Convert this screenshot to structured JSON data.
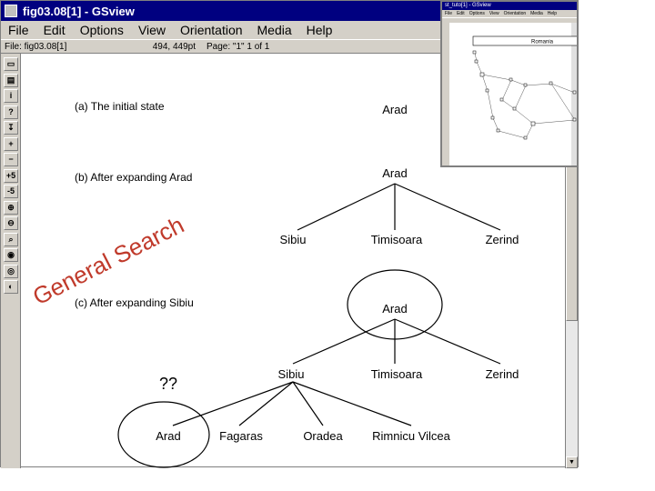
{
  "window": {
    "title": "fig03.08[1] - GSview",
    "menu": [
      "File",
      "Edit",
      "Options",
      "View",
      "Orientation",
      "Media",
      "Help"
    ],
    "status": {
      "file": "File: fig03.08[1]",
      "position": "494, 449pt",
      "page": "Page: \"1\"  1 of 1"
    },
    "toolbar_buttons": [
      {
        "icon": "open-folder-icon",
        "glyph": "▭"
      },
      {
        "icon": "print-icon",
        "glyph": "▤"
      },
      {
        "icon": "info-icon",
        "glyph": "i"
      },
      {
        "icon": "help-icon",
        "glyph": "?"
      },
      {
        "icon": "go-to-page-icon",
        "glyph": "↧"
      },
      {
        "icon": "next-page-icon",
        "glyph": "+"
      },
      {
        "icon": "previous-page-icon",
        "glyph": "−"
      },
      {
        "icon": "skip-forward-5-icon",
        "glyph": "+5"
      },
      {
        "icon": "skip-back-5-icon",
        "glyph": "-5"
      },
      {
        "icon": "zoom-in-icon",
        "glyph": "⊕"
      },
      {
        "icon": "zoom-out-icon",
        "glyph": "⊖"
      },
      {
        "icon": "find-icon",
        "glyph": "⌕"
      },
      {
        "icon": "view-icon",
        "glyph": "◉"
      },
      {
        "icon": "view-alt-icon",
        "glyph": "◎"
      },
      {
        "icon": "eye-icon",
        "glyph": "◐"
      }
    ]
  },
  "inset": {
    "title": "st_tuto[1] - GSview",
    "menu": [
      "File",
      "Edit",
      "Options",
      "View",
      "Orientation",
      "Media",
      "Help"
    ],
    "caption": "Romania"
  },
  "document": {
    "overlay_text": "General Search",
    "question_marks": "??",
    "section_a": {
      "label": "(a) The initial state",
      "root": "Arad"
    },
    "section_b": {
      "label": "(b) After expanding Arad",
      "root": "Arad",
      "children": [
        "Sibiu",
        "Timisoara",
        "Zerind"
      ]
    },
    "section_c": {
      "label": "(c) After expanding Sibiu",
      "root": "Arad",
      "children": [
        "Sibiu",
        "Timisoara",
        "Zerind"
      ],
      "grandchildren": [
        "Arad",
        "Fagaras",
        "Oradea",
        "Rimnicu Vilcea"
      ]
    }
  },
  "colors": {
    "title_bar": "#000080",
    "chrome": "#d4d0c8",
    "overlay_text": "#c03a2b"
  }
}
